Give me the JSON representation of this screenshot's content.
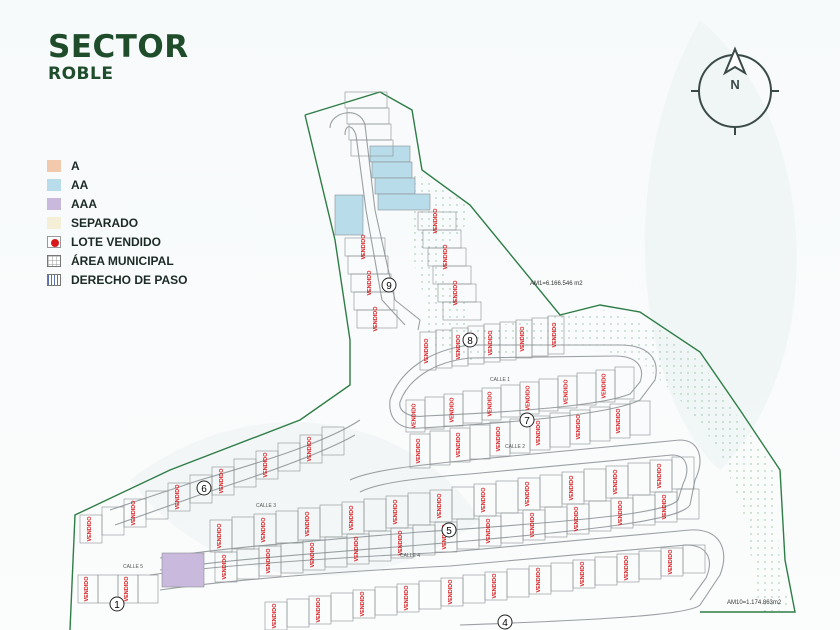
{
  "title": {
    "line1": "SECTOR",
    "line2": "ROBLE"
  },
  "compass": {
    "label": "N"
  },
  "legend": [
    {
      "label": "A",
      "color": "#f2c9ad",
      "kind": "fill"
    },
    {
      "label": "AA",
      "color": "#b9dcea",
      "kind": "fill"
    },
    {
      "label": "AAA",
      "color": "#c8b9dd",
      "kind": "fill"
    },
    {
      "label": "SEPARADO",
      "color": "#f4efd6",
      "kind": "fill"
    },
    {
      "label": "LOTE VENDIDO",
      "color": "#d7191c",
      "kind": "dot"
    },
    {
      "label": "ÁREA MUNICIPAL",
      "color": "#ffffff",
      "kind": "grid"
    },
    {
      "label": "DERECHO DE PASO",
      "color": "#ffffff",
      "kind": "stripes"
    }
  ],
  "map": {
    "sold_label": "VENDIDO",
    "sector_numbers": [
      "9",
      "8",
      "7",
      "6",
      "5",
      "4",
      "1"
    ],
    "streets": [
      "CALLE 1",
      "CALLE 2",
      "CALLE 3",
      "CALLE 4",
      "CALLE 5"
    ],
    "area_labels": [
      "AM1=6.166.546 m2",
      "AM10=1.174.863m2"
    ]
  },
  "colors": {
    "brand_green": "#1f4d2c",
    "boundary_green": "#2e7d46",
    "sold_red": "#d7191c",
    "lot_line": "#8a8f92"
  }
}
